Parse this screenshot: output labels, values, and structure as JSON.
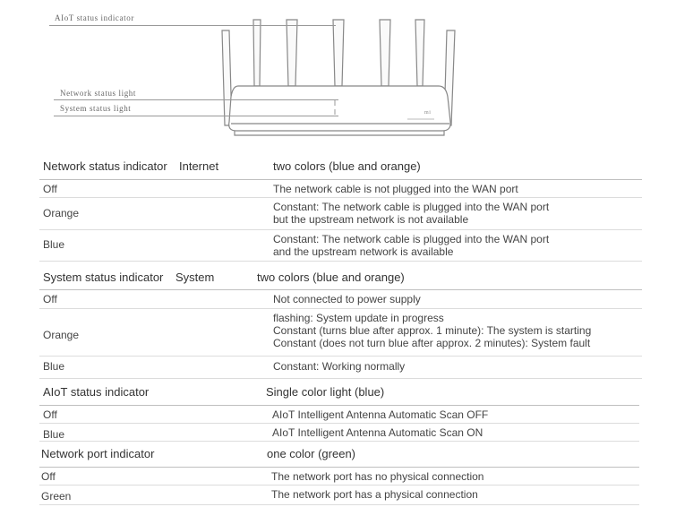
{
  "illustration": {
    "callouts": {
      "aiot": "AIoT status indicator",
      "network": "Network status light",
      "system": "System status light"
    },
    "brand_mark": "mi"
  },
  "sections": [
    {
      "title": "Network status indicator",
      "name": "Internet",
      "color_info": "two colors (blue and orange)",
      "rows": [
        {
          "state": "Off",
          "desc": [
            "The network cable is not plugged into the WAN port"
          ]
        },
        {
          "state": "Orange",
          "desc": [
            "Constant: The network cable is plugged into the WAN port",
            "but the upstream network is not available"
          ]
        },
        {
          "state": "Blue",
          "desc": [
            "Constant: The network cable is plugged into the WAN port",
            "and the upstream network is available"
          ]
        }
      ]
    },
    {
      "title": "System status indicator",
      "name": "System",
      "color_info": "two colors (blue and orange)",
      "rows": [
        {
          "state": "Off",
          "desc": [
            "Not connected to power supply"
          ]
        },
        {
          "state": "Orange",
          "desc": [
            "flashing: System update in progress",
            "Constant (turns blue after approx. 1 minute): The system is starting",
            "Constant (does not turn blue after approx. 2 minutes): System fault"
          ]
        },
        {
          "state": "Blue",
          "desc": [
            "Constant: Working normally"
          ]
        }
      ]
    },
    {
      "title": "AIoT status indicator",
      "name": "",
      "color_info": "Single color light (blue)",
      "rows": [
        {
          "state": "Off",
          "desc": [
            "AIoT Intelligent Antenna Automatic Scan OFF"
          ]
        },
        {
          "state": "Blue",
          "desc": [
            "AIoT Intelligent Antenna Automatic Scan ON"
          ]
        }
      ]
    },
    {
      "title": "Network port indicator",
      "name": "",
      "color_info": "one color (green)",
      "rows": [
        {
          "state": "Off",
          "desc": [
            "The network port has no physical connection"
          ]
        },
        {
          "state": "Green",
          "desc": [
            "The network port has a physical connection"
          ]
        }
      ]
    }
  ]
}
